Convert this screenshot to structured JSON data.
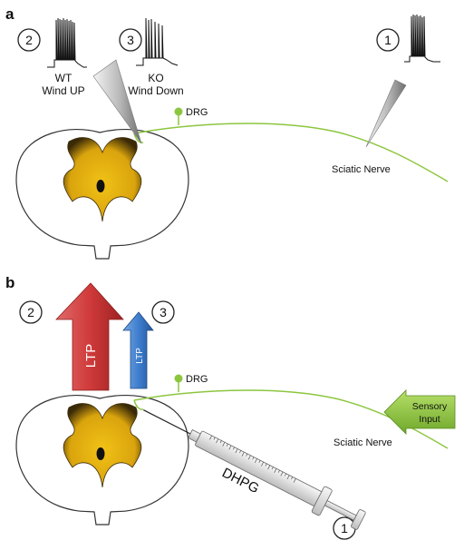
{
  "panel_a": {
    "letter": "a",
    "step_numbers": [
      "2",
      "3",
      "1"
    ],
    "wt_line1": "WT",
    "wt_line2": "Wind UP",
    "ko_line1": "KO",
    "ko_line2": "Wind Down",
    "drg": "DRG",
    "nerve": "Sciatic Nerve"
  },
  "panel_b": {
    "letter": "b",
    "step_numbers": [
      "2",
      "3",
      "1"
    ],
    "ltp_large": "LTP",
    "ltp_small": "LTP",
    "drg": "DRG",
    "nerve": "Sciatic Nerve",
    "sensory_line1": "Sensory",
    "sensory_line2": "Input",
    "drug": "DHPG"
  },
  "colors": {
    "nerve": "#8cc63f",
    "grey_matter": "#e0ad0c",
    "large_arrow": "#d03a3a",
    "small_arrow": "#3f7fcf",
    "sensory_arrow": "#8cc63f"
  }
}
